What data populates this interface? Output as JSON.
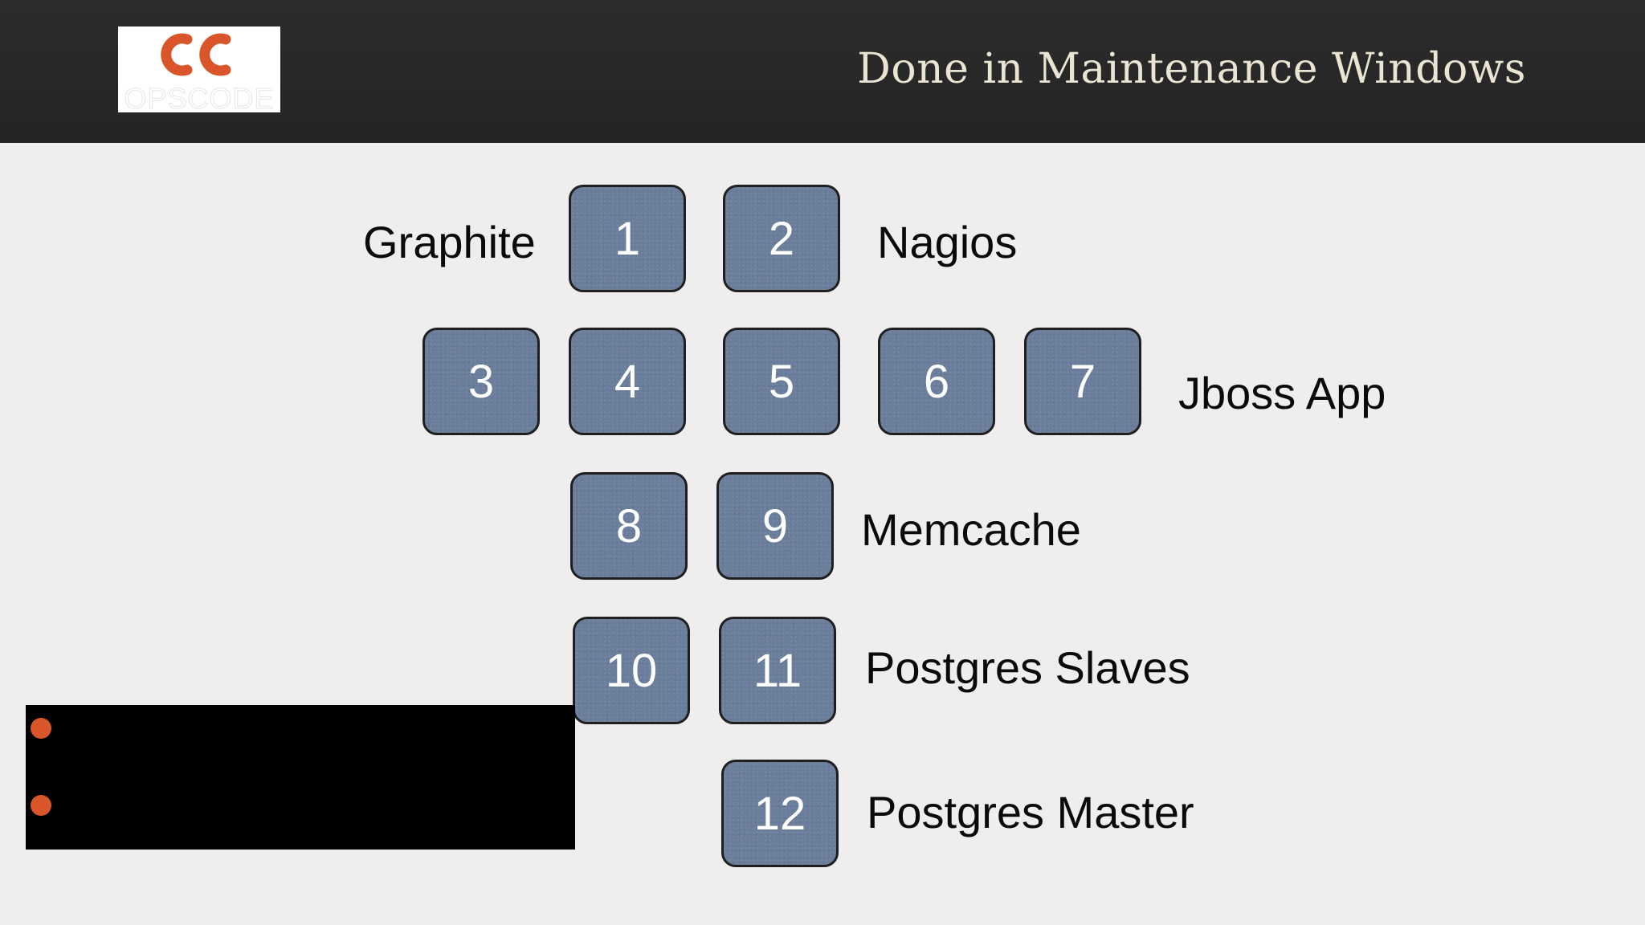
{
  "header": {
    "title": "Done in Maintenance Windows",
    "logo_text": "OPSCODE",
    "colors": {
      "bar": "#262626",
      "title": "#e9e5d2",
      "logo_accent": "#d9562a"
    }
  },
  "diagram": {
    "boxes": [
      {
        "id": "box-1",
        "label": "1"
      },
      {
        "id": "box-2",
        "label": "2"
      },
      {
        "id": "box-3",
        "label": "3"
      },
      {
        "id": "box-4",
        "label": "4"
      },
      {
        "id": "box-5",
        "label": "5"
      },
      {
        "id": "box-6",
        "label": "6"
      },
      {
        "id": "box-7",
        "label": "7"
      },
      {
        "id": "box-8",
        "label": "8"
      },
      {
        "id": "box-9",
        "label": "9"
      },
      {
        "id": "box-10",
        "label": "10"
      },
      {
        "id": "box-11",
        "label": "11"
      },
      {
        "id": "box-12",
        "label": "12"
      }
    ],
    "groups": {
      "graphite": "Graphite",
      "nagios": "Nagios",
      "jboss": "Jboss App",
      "memcache": "Memcache",
      "postgres_slaves": "Postgres Slaves",
      "postgres_master": "Postgres Master"
    },
    "box_color": "#6a7e9c"
  },
  "panel": {
    "bullet_color": "#d9562a",
    "bullets": [
      "",
      ""
    ]
  }
}
